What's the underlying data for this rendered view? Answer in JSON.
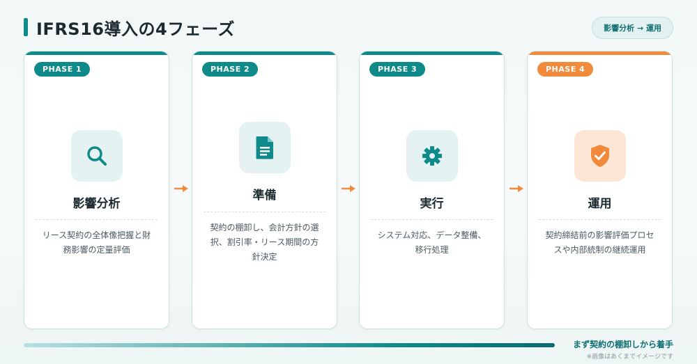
{
  "header": {
    "title": "IFRS16導入の4フェーズ",
    "badge": "影響分析 → 運用"
  },
  "phases": [
    {
      "label": "PHASE 1",
      "title": "影響分析",
      "desc_lines": [
        "リース契約の全体像把握と財",
        "務影響の定量評価"
      ],
      "icon": "search-icon",
      "color": "#0f8a8a"
    },
    {
      "label": "PHASE 2",
      "title": "準備",
      "desc_lines": [
        "契約の棚卸し、会計方針の選",
        "択、割引率・リース期間の方",
        "針決定"
      ],
      "icon": "document-icon",
      "color": "#0f8a8a"
    },
    {
      "label": "PHASE 3",
      "title": "実行",
      "desc_lines": [
        "システム対応、データ整備、",
        "移行処理"
      ],
      "icon": "gear-icon",
      "color": "#0f8a8a"
    },
    {
      "label": "PHASE 4",
      "title": "運用",
      "desc_lines": [
        "契約締結前の影響評価プロセ",
        "スや内部統制の継続運用"
      ],
      "icon": "shield-check-icon",
      "color": "#f28a3c"
    }
  ],
  "footer": {
    "text": "まず契約の棚卸しから着手",
    "note": "※画像はあくまでイメージです"
  },
  "colors": {
    "accent": "#0f8a8a",
    "highlight": "#f28a3c"
  }
}
